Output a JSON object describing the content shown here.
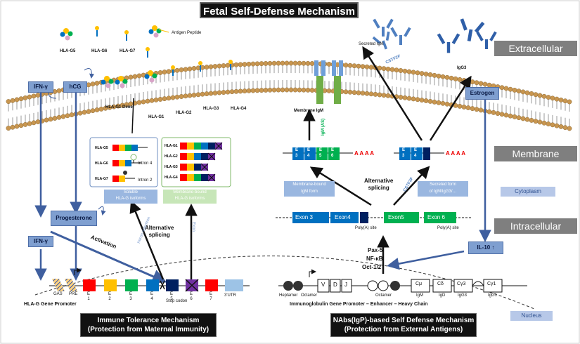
{
  "title": "Fetal Self-Defense Mechanism",
  "compartments": {
    "extracellular": "Extracellular",
    "membrane": "Membrane",
    "cytoplasm": "Cytoplasm",
    "intracellular": "Intracellular",
    "nucleus": "Nucleus"
  },
  "left": {
    "antigen_peptide": "Antigen Peptide",
    "hla_soluble": [
      "HLA-G5",
      "HLA-G6",
      "HLA-G7"
    ],
    "hla_membrane": [
      "HLA-G1",
      "HLA-G2",
      "HLA-G3",
      "HLA-G4"
    ],
    "hla_g1_dimer": "HLA-G1 Dimer",
    "ifn_gamma": "IFN-γ",
    "hcg": "hCG",
    "progesterone": "Progesterone",
    "activation": "Activation",
    "alternative_splicing": "Alternative\nsplicing",
    "soluble_isoforms": "Soluble\nHLA-G isoforms",
    "membrane_isoforms": "Membrane-bound\nHLA-G isoforms",
    "intron4": "Intron 4",
    "intron2": "Intron 2",
    "exon_labels": [
      "E\n1",
      "E\n2",
      "E\n3",
      "E\n4",
      "E\n5",
      "E\n6",
      "E\n7"
    ],
    "utr3": "3'UTR",
    "gas": "GAS",
    "pre": "PRE",
    "stop_codon": "Stop codon",
    "promoter": "HLA-G Gene Promoter",
    "arrow_text_1": "Intron retention",
    "arrow_text_2": "Exon",
    "bottom_title": "Immune Tolerance Mechanism\n(Protection from Maternal Immunity)"
  },
  "right": {
    "secreted_igm": "Secreted IgM",
    "cstf2f_top": "CSTF2F",
    "igg3": "IgG3",
    "estrogen": "Estrogen",
    "membrane_igm": "Membrane IgM",
    "igm_as": "IgM (AS)",
    "exon_e3": "E\n3",
    "exon_e4": "E\n4",
    "exon_e5": "E\n5",
    "exon_e6": "E\n6",
    "polyA": "A A A A",
    "membrane_bound_igm": "Membrane-bound\nIgM form",
    "alternative_splicing": "Alternative\nsplicing",
    "cstf2f_mid": "CSTF2F",
    "secreted_form": "Secreted form\nof IgM/IgG3/…",
    "exon3": "Exon 3",
    "exon4": "Exon4",
    "exon5": "Exon5",
    "exon6": "Exon 6",
    "polya_site": "Poly(A) site",
    "il10": "IL-10 ↑",
    "factors": [
      "Pax-5",
      "NF-κB",
      "Oct-1/2"
    ],
    "heptamer": "Heptamer",
    "octamer": "Octamer",
    "v": "V",
    "d": "D",
    "j": "J",
    "cmu": "Cμ",
    "cdelta": "Cδ",
    "cgamma3": "Cγ3",
    "cgamma1": "Cγ1",
    "igm": "IgM",
    "igd": "IgD",
    "igg3_gene": "IgG3",
    "igg1": "IgG1",
    "promoter": "Immunoglobulin Gene Promoter – Enhancer – Heavy Chain",
    "bottom_title": "NAbs(IgP)-based Self Defense Mechanism\n(Protection from External Antigens)"
  },
  "colors": {
    "exon_red": "#ff0000",
    "exon_yellow": "#ffc000",
    "exon_green": "#00b050",
    "exon_blue": "#0070c0",
    "exon_navy": "#002060",
    "exon_purple": "#7030a0",
    "utr_lightblue": "#9dc3e6",
    "box_blue": "#7f9fd0",
    "membrane_head": "#c89650"
  }
}
